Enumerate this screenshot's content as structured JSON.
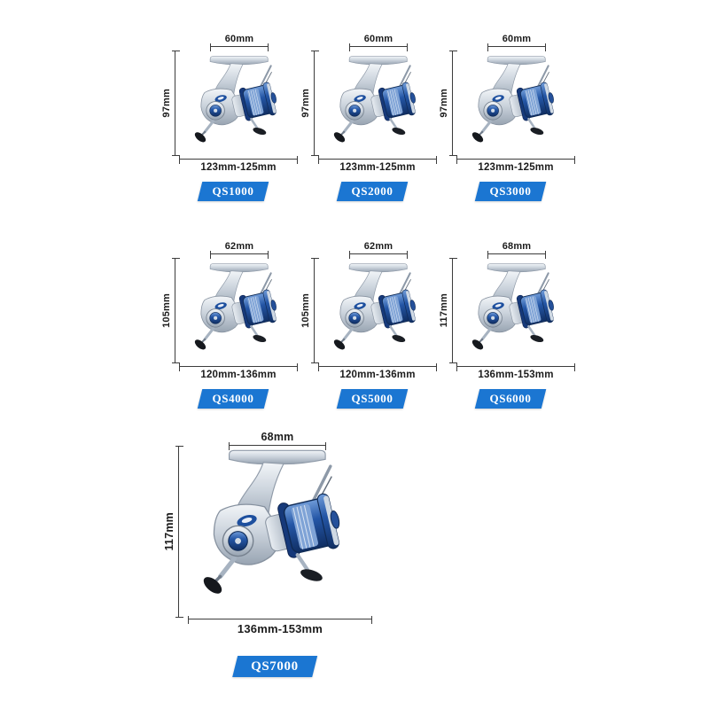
{
  "colors": {
    "badge_blue": "#1b76d2",
    "reel_blue": "#2456a6",
    "reel_silver": "#c9d2db",
    "dimension_line": "#3c3c3c",
    "background": "#ffffff"
  },
  "reels": [
    {
      "model": "QS1000",
      "foot_width": "60mm",
      "height": "97mm",
      "length": "123mm-125mm"
    },
    {
      "model": "QS2000",
      "foot_width": "60mm",
      "height": "97mm",
      "length": "123mm-125mm"
    },
    {
      "model": "QS3000",
      "foot_width": "60mm",
      "height": "97mm",
      "length": "123mm-125mm"
    },
    {
      "model": "QS4000",
      "foot_width": "62mm",
      "height": "105mm",
      "length": "120mm-136mm"
    },
    {
      "model": "QS5000",
      "foot_width": "62mm",
      "height": "105mm",
      "length": "120mm-136mm"
    },
    {
      "model": "QS6000",
      "foot_width": "68mm",
      "height": "117mm",
      "length": "136mm-153mm"
    },
    {
      "model": "QS7000",
      "foot_width": "68mm",
      "height": "117mm",
      "length": "136mm-153mm"
    }
  ]
}
